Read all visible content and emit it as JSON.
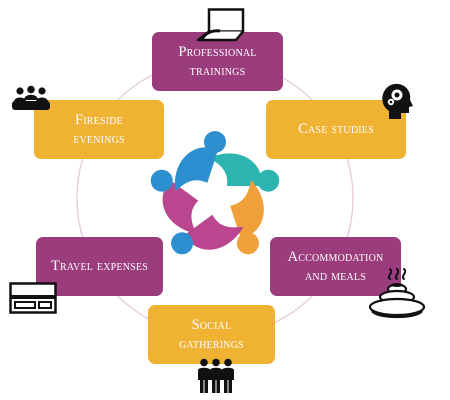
{
  "colors": {
    "purple": "#9b3d7d",
    "orange": "#f0b233",
    "hub_blue": "#2e8fd0",
    "hub_teal": "#2cb5b0",
    "hub_orange": "#f0a03a",
    "hub_magenta": "#b9468e",
    "ring": "#e3c9d9"
  },
  "boxes": {
    "professional": {
      "line1": "Professional",
      "line2": "trainings",
      "icon": "laptop-icon"
    },
    "case_studies": {
      "line1": "Case studies",
      "icon": "head-gears-icon"
    },
    "fireside": {
      "line1": "Fireside",
      "line2": "evenings",
      "icon": "people-group-icon"
    },
    "travel": {
      "line1": "Travel expenses",
      "icon": "ticket-icon"
    },
    "accommodation": {
      "line1": "Accommodation",
      "line2": "and meals",
      "icon": "food-dish-icon"
    },
    "social": {
      "line1": "Social",
      "line2": "gatherings",
      "icon": "three-people-icon"
    }
  },
  "hub": {
    "icon": "team-circle-icon"
  }
}
